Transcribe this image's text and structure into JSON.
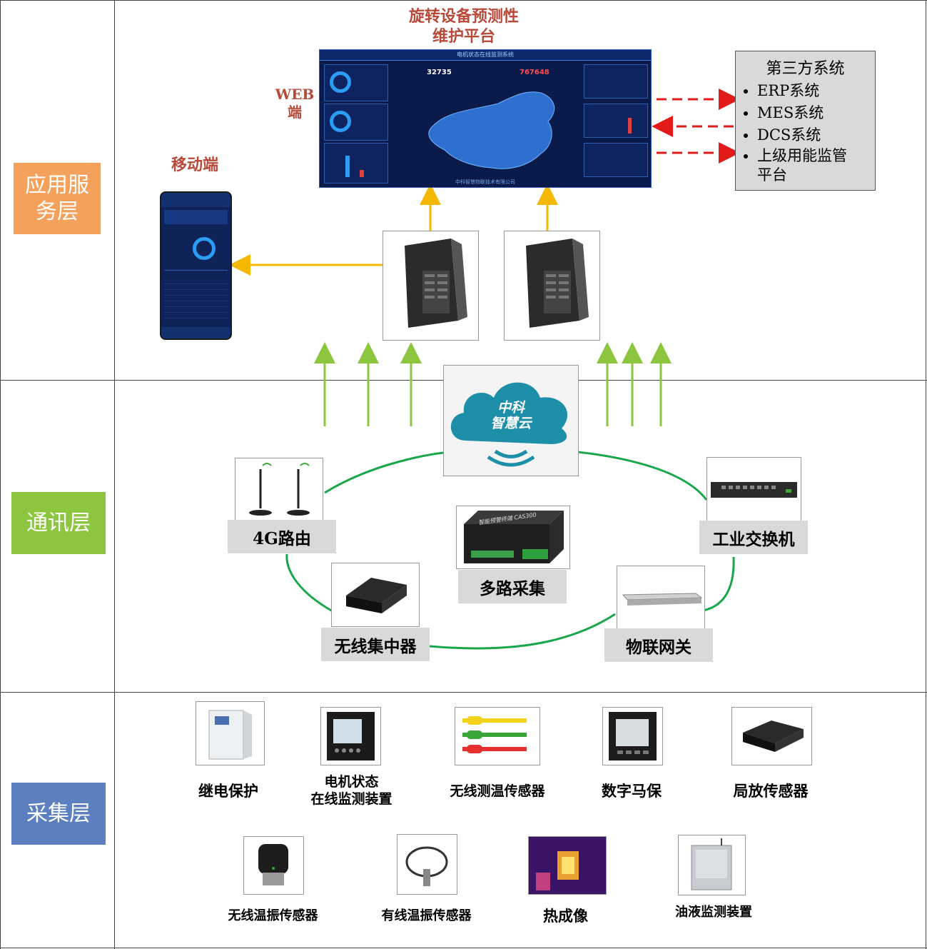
{
  "layers": {
    "application": "应用服务层",
    "communication": "通讯层",
    "collection": "采集层"
  },
  "colors": {
    "application": "#f4a15c",
    "communication": "#8cc63f",
    "collection": "#5b7fbf",
    "arrow_yellow": "#f5b800",
    "arrow_green": "#8cc63f",
    "arrow_red": "#e31a1a",
    "ring": "#1aa64a"
  },
  "app": {
    "platform_title": "旋转设备预测性\n维护平台",
    "web_label": "WEB端",
    "mobile_label": "移动端",
    "dashboard": {
      "header": "电机状态在线监测系统",
      "stat1": "32735",
      "stat2": "767648",
      "footer": "中科智慧物联技术有限公司"
    },
    "third_party": {
      "title": "第三方系统",
      "items": [
        "ERP系统",
        "MES系统",
        "DCS系统",
        "上级用能监管\n平台"
      ]
    }
  },
  "comm": {
    "cloud_label": "中科\n智慧云",
    "router": "4G路由",
    "switch": "工业交换机",
    "multi": "多路采集",
    "multi_device_text": "智能预警终端 CAS300",
    "concentrator": "无线集中器",
    "gateway": "物联网关"
  },
  "collect": {
    "row1": [
      "继电保护",
      "电机状态\n在线监测装置",
      "无线测温传感器",
      "数字马保",
      "局放传感器"
    ],
    "row2": [
      "无线温振传感器",
      "有线温振传感器",
      "热成像",
      "油液监测装置"
    ]
  }
}
